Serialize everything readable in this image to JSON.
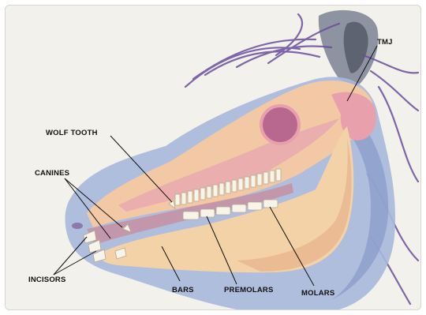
{
  "labels": {
    "tmj": "TMJ",
    "wolf_tooth": "WOLF TOOTH",
    "canines": "CANINES",
    "incisors": "INCISORS",
    "bars": "BARS",
    "premolars": "PREMOLARS",
    "molars": "MOLARS"
  },
  "colors": {
    "background": "#f2f1ec",
    "soft_tissue_blue": "#a9b8db",
    "bone_peach": "#f2c9a4",
    "bone_pink": "#e8a8b0",
    "eye_socket": "#b8678e",
    "mane_purple": "#6a4d9e",
    "teeth": "#f7f4ea",
    "ear_gray": "#6e7481"
  }
}
